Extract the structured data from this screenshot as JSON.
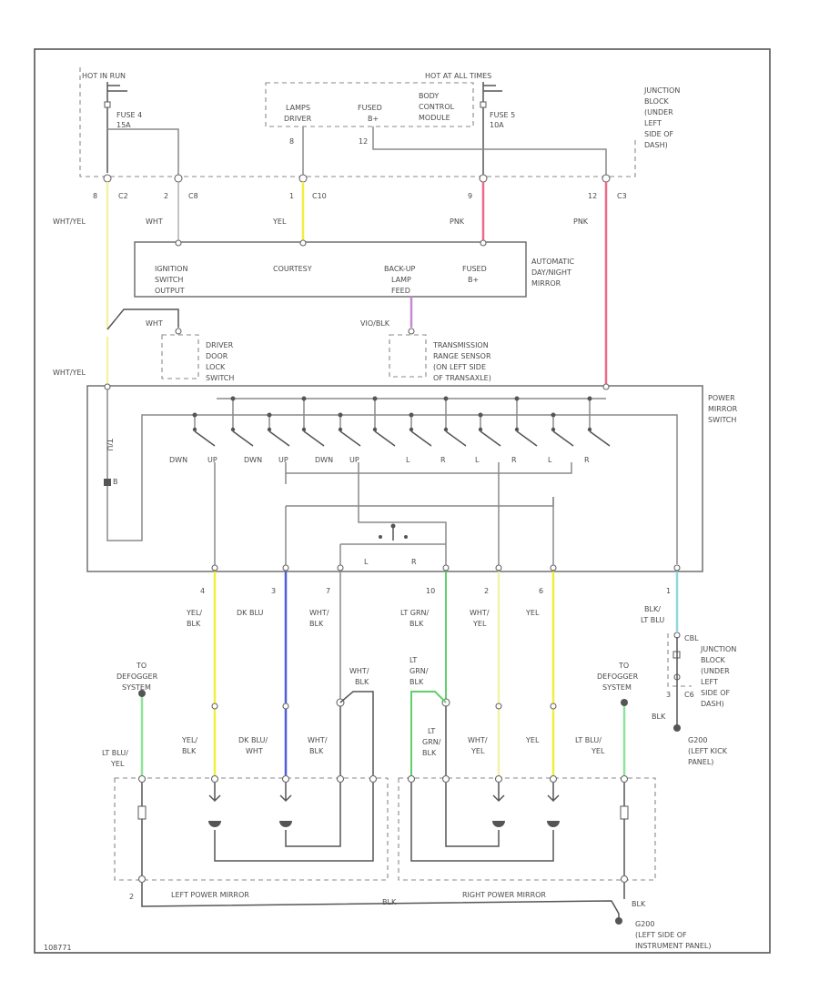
{
  "colors": {
    "yellow": "#f2ee3e",
    "pale_yellow": "#f3f2a8",
    "pink": "#ef6a8a",
    "blue": "#4f5fd8",
    "green": "#5fcf6a",
    "light_green": "#8fe39a",
    "light_blue": "#8fd8e0",
    "violet": "#c58ad6"
  },
  "top": {
    "hot_in_run": "HOT IN RUN",
    "fuse4": "FUSE 4",
    "fuse4_amp": "15A",
    "hot_all_times": "HOT AT ALL TIMES",
    "fuse5": "FUSE 5",
    "fuse5_amp": "10A",
    "lamps_driver_1": "LAMPS",
    "lamps_driver_2": "DRIVER",
    "fused_1": "FUSED",
    "fused_2": "B+",
    "bcm_1": "BODY",
    "bcm_2": "CONTROL",
    "bcm_3": "MODULE",
    "pin_lamps": "8",
    "pin_fused": "12",
    "jb_1": "JUNCTION",
    "jb_2": "BLOCK",
    "jb_3": "(UNDER",
    "jb_4": "LEFT",
    "jb_5": "SIDE OF",
    "jb_6": "DASH)"
  },
  "connectors": {
    "c1_pin": "8",
    "c1": "C2",
    "c2_pin": "2",
    "c2": "C8",
    "c3_pin": "1",
    "c3": "C10",
    "c4_pin": "9",
    "c5_pin": "12",
    "c5": "C3"
  },
  "wires_top": {
    "w1": "WHT/YEL",
    "w2": "WHT",
    "w3": "YEL",
    "w4": "PNK",
    "w5": "PNK"
  },
  "adm": {
    "ignition_1": "IGNITION",
    "ignition_2": "SWITCH",
    "ignition_3": "OUTPUT",
    "courtesy": "COURTESY",
    "backup_1": "BACK-UP",
    "backup_2": "LAMP",
    "backup_3": "FEED",
    "fused_1": "FUSED",
    "fused_2": "B+",
    "name_1": "AUTOMATIC",
    "name_2": "DAY/NIGHT",
    "name_3": "MIRROR"
  },
  "mid": {
    "door_wire": "WHT",
    "door_1": "DRIVER",
    "door_2": "DOOR",
    "door_3": "LOCK",
    "door_4": "SWITCH",
    "vio_wire": "VIO/BLK",
    "trs_1": "TRANSMISSION",
    "trs_2": "RANGE SENSOR",
    "trs_3": "(ON LEFT SIDE",
    "trs_4": "OF TRANSAXLE)",
    "wht_yel_2": "WHT/YEL",
    "pms_1": "POWER",
    "pms_2": "MIRROR",
    "pms_3": "SWITCH",
    "small_tag": "T/U",
    "small_b": "B"
  },
  "switch_labels": [
    "DWN",
    "UP",
    "DWN",
    "UP",
    "DWN",
    "UP",
    "L",
    "R",
    "L",
    "R",
    "L",
    "R"
  ],
  "selector": {
    "left": "L",
    "right": "R"
  },
  "pins": {
    "p1": "4",
    "p2": "3",
    "p3": "7",
    "p4": "10",
    "p5": "2",
    "p6": "6",
    "p7": "1"
  },
  "lower_wires": {
    "a1": "YEL/",
    "a2": "BLK",
    "b1": "DK BLU",
    "b2": "",
    "c1": "WHT/",
    "c2": "BLK",
    "d1": "LT GRN/",
    "d2": "BLK",
    "e1": "WHT/",
    "e2": "YEL",
    "f1": "YEL",
    "g1": "BLK/",
    "g2": "LT BLU"
  },
  "jb2": {
    "pin": "3",
    "conn": "C6",
    "wire": "BLK",
    "amp": "CBL",
    "l1": "JUNCTION",
    "l2": "BLOCK",
    "l3": "(UNDER",
    "l4": "LEFT",
    "l5": "SIDE OF",
    "l6": "DASH)",
    "g_1": "G200",
    "g_2": "(LEFT KICK",
    "g_3": "PANEL)"
  },
  "defog": {
    "left_1": "TO",
    "left_2": "DEFOGGER",
    "left_3": "SYSTEM",
    "right_1": "TO",
    "right_2": "DEFOGGER",
    "right_3": "SYSTEM"
  },
  "mirror_wires": {
    "ltblu_1": "LT BLU/",
    "ltblu_2": "YEL",
    "yel_1": "YEL/",
    "yel_2": "BLK",
    "dkblu_1": "DK BLU/",
    "dkblu_2": "WHT",
    "whtblk_1": "WHT/",
    "whtblk_2": "BLK",
    "whtblk_top_1": "WHT/",
    "whtblk_top_2": "BLK",
    "ltgrn_top_1": "LT",
    "ltgrn_top_2": "GRN/",
    "ltgrn_top_3": "BLK",
    "ltgrn_1": "LT",
    "ltgrn_2": "GRN/",
    "ltgrn_3": "BLK",
    "whtyel_1": "WHT/",
    "whtyel_2": "YEL",
    "yel_r": "YEL",
    "ltblu_r_1": "LT BLU/",
    "ltblu_r_2": "YEL"
  },
  "bottom": {
    "left_mirror": "LEFT POWER MIRROR",
    "right_mirror": "RIGHT POWER MIRROR",
    "pin2": "2",
    "blk": "BLK",
    "blk2": "BLK",
    "g_1": "G200",
    "g_2": "(LEFT SIDE OF",
    "g_3": "INSTRUMENT PANEL)",
    "code": "108771"
  }
}
